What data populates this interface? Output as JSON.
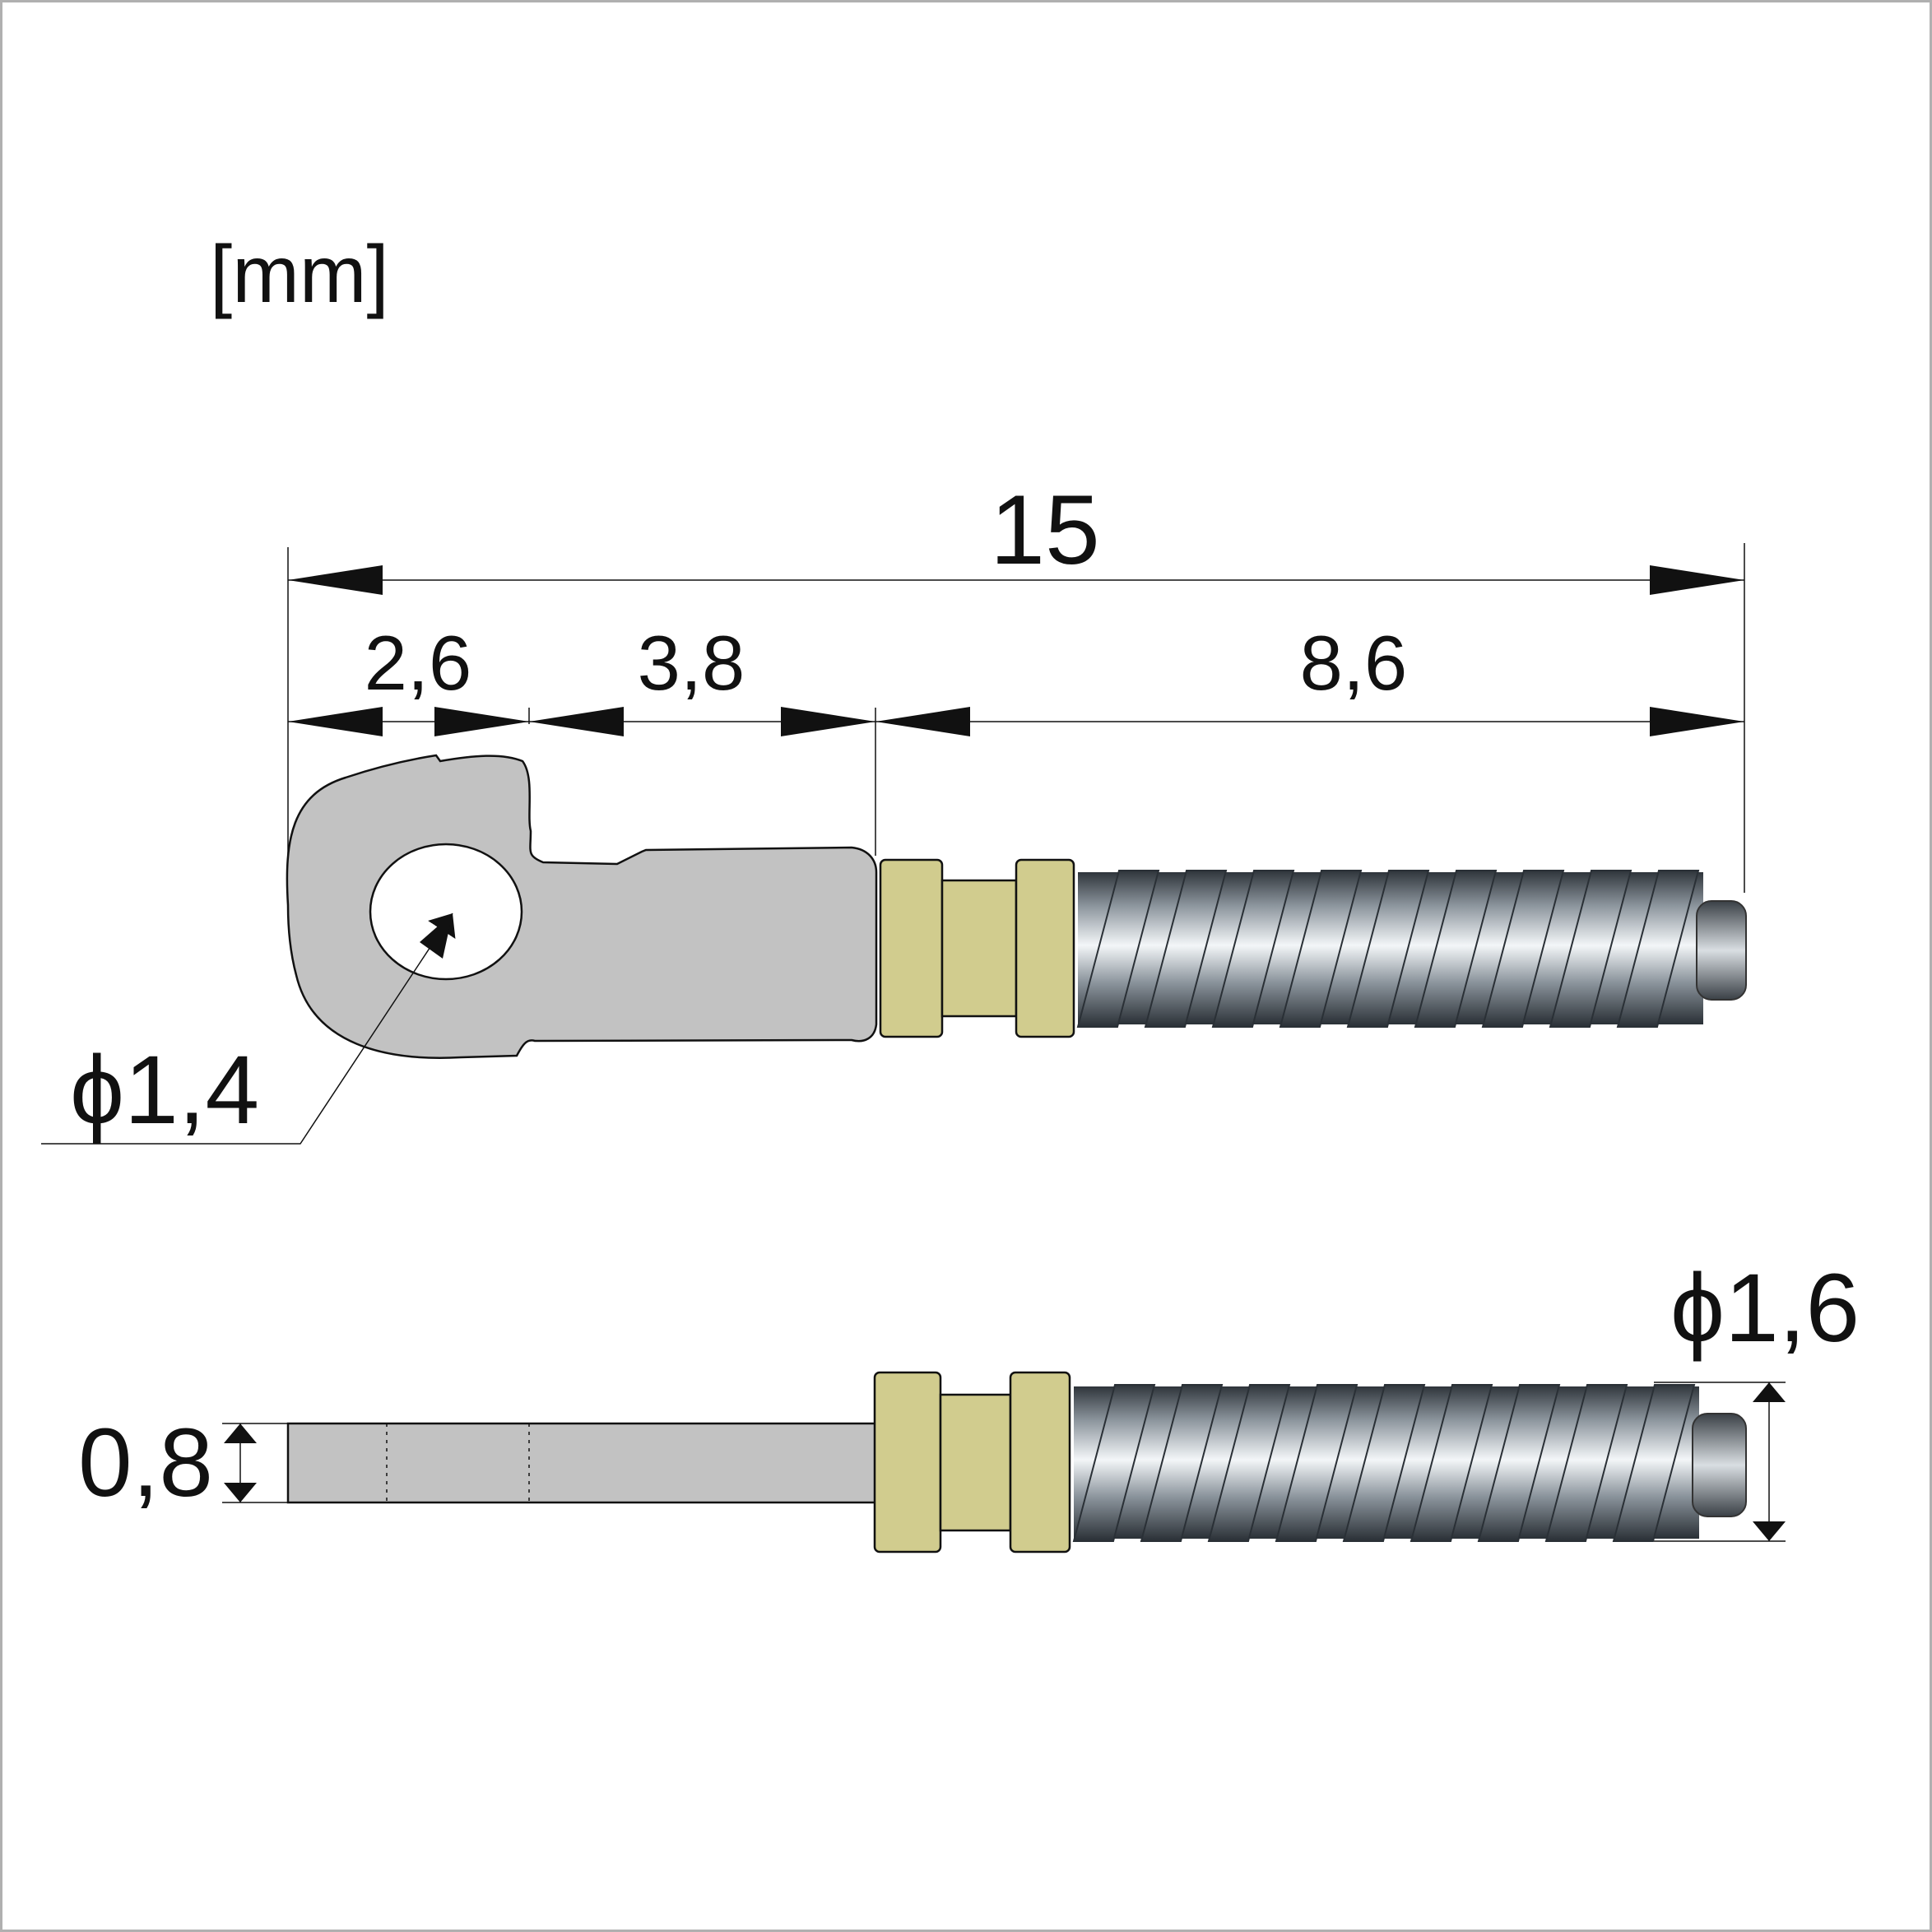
{
  "units_label": "[mm]",
  "dimensions": {
    "total_length": "15",
    "eye_section": "2,6",
    "shank_section": "3,8",
    "thread_section": "8,6",
    "hole_diameter": "ϕ1,4",
    "thickness": "0,8",
    "thread_diameter": "ϕ1,6"
  },
  "colors": {
    "frame": "#b0b0b0",
    "ink": "#111111",
    "plate_fill": "#c2c2c2",
    "collar_fill": "#d1cc8e",
    "thread_dark": "#3c4248",
    "thread_light": "#eef2f5"
  }
}
